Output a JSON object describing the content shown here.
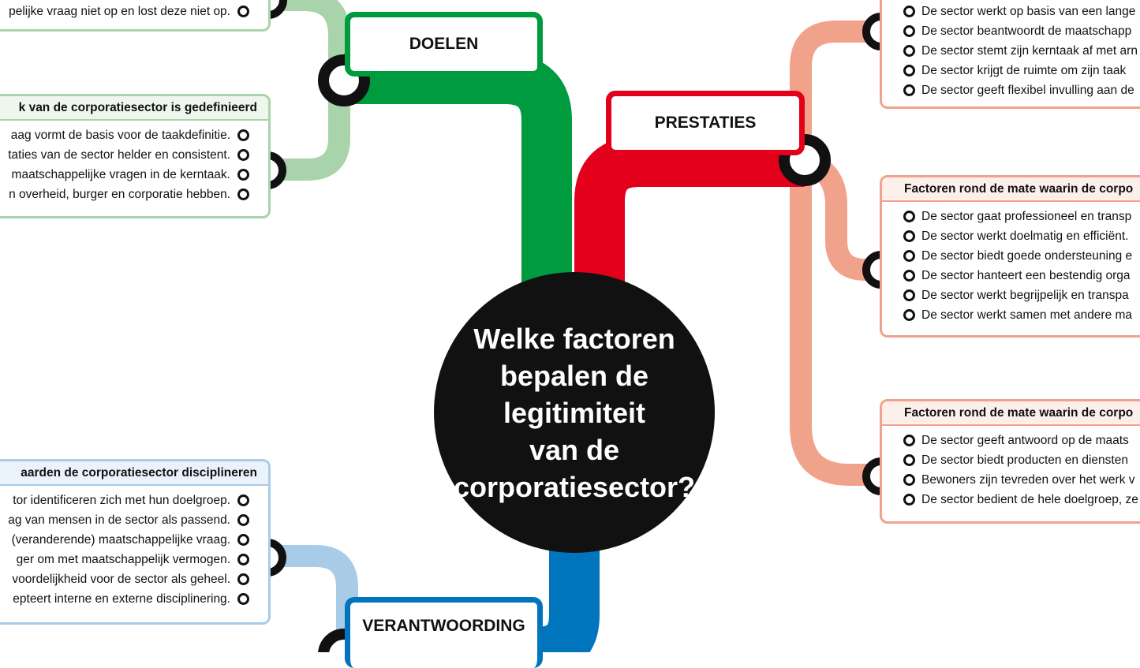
{
  "central_question": "Welke factoren\nbepalen de\nlegitimiteit\nvan de\ncorporatiesector?",
  "branches": {
    "doelen": {
      "label": "DOELEN",
      "color": "#009a3f",
      "light_color": "#a9d3aa",
      "top_panel": {
        "items": [
          "pelijke vraag niet op en lost deze niet op."
        ]
      },
      "panel": {
        "heading": "k van de corporatiesector is gedefinieerd",
        "items": [
          "aag vormt de basis voor de taakdefinitie.",
          "taties van de sector helder en consistent.",
          " maatschappelijke vragen in de kerntaak.",
          "n overheid, burger en corporatie hebben."
        ]
      }
    },
    "prestaties": {
      "label": "PRESTATIES",
      "color": "#e2001a",
      "light_color": "#f1a28a",
      "top_panel": {
        "items": [
          "De sector werkt op basis van een lange",
          "De sector beantwoordt de maatschapp",
          "De sector stemt zijn kerntaak af met arn",
          "De sector krijgt de ruimte om zijn taak",
          "De sector geeft flexibel invulling aan de"
        ]
      },
      "panel_1": {
        "heading": "Factoren rond de mate waarin de corpo",
        "items": [
          "De sector gaat professioneel en transp",
          "De sector werkt doelmatig en efficiënt.",
          "De sector biedt goede ondersteuning e",
          "De sector hanteert een bestendig orga",
          "De sector werkt begrijpelijk en transpa",
          "De sector werkt samen met andere ma"
        ]
      },
      "panel_2": {
        "heading": "Factoren rond de mate waarin de corpo",
        "items": [
          "De sector geeft antwoord op de maats",
          "De sector biedt producten en diensten",
          "Bewoners zijn tevreden over het werk v",
          "De sector bedient de hele doelgroep, ze"
        ]
      }
    },
    "verantwoording": {
      "label": "VERANTWOORDING",
      "color": "#0075be",
      "light_color": "#a8cbe8",
      "panel": {
        "heading": "aarden de corporatiesector disciplineren",
        "items": [
          "tor identificeren zich met hun doelgroep.",
          "ag van mensen in de sector als passend.",
          "(veranderende) maatschappelijke vraag.",
          "ger om met maatschappelijk vermogen.",
          "voordelijkheid voor de sector als geheel.",
          "epteert interne en externe disciplinering."
        ]
      }
    }
  }
}
